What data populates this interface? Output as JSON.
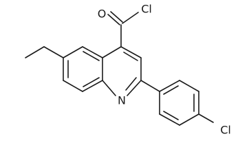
{
  "atom_labels": {
    "acyl_oxygen": "O",
    "acyl_chlorine": "Cl",
    "ring_nitrogen": "N",
    "aryl_chlorine": "Cl"
  }
}
